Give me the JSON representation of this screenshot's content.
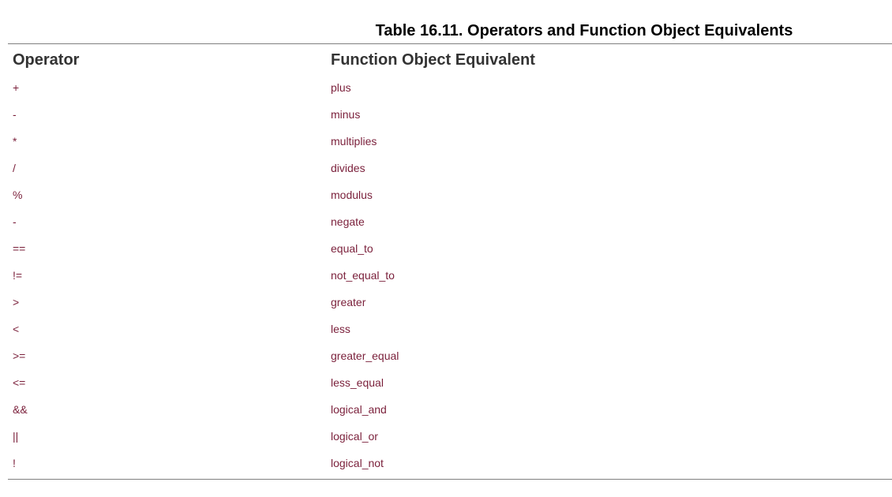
{
  "table": {
    "caption": "Table 16.11. Operators and Function Object Equivalents",
    "headers": [
      "Operator",
      "Function Object Equivalent"
    ],
    "rows": [
      {
        "operator": "+",
        "function": "plus"
      },
      {
        "operator": "-",
        "function": "minus"
      },
      {
        "operator": "*",
        "function": "multiplies"
      },
      {
        "operator": "/",
        "function": "divides"
      },
      {
        "operator": "%",
        "function": "modulus"
      },
      {
        "operator": "-",
        "function": "negate"
      },
      {
        "operator": "==",
        "function": "equal_to"
      },
      {
        "operator": "!=",
        "function": "not_equal_to"
      },
      {
        "operator": ">",
        "function": "greater"
      },
      {
        "operator": "<",
        "function": "less"
      },
      {
        "operator": ">=",
        "function": "greater_equal"
      },
      {
        "operator": "<=",
        "function": "less_equal"
      },
      {
        "operator": "&&",
        "function": "logical_and"
      },
      {
        "operator": "||",
        "function": "logical_or"
      },
      {
        "operator": "!",
        "function": "logical_not"
      }
    ]
  },
  "colors": {
    "caption": "#000000",
    "header_text": "#333333",
    "code_text": "#7a1f3a",
    "rule": "#7f7f7f"
  }
}
